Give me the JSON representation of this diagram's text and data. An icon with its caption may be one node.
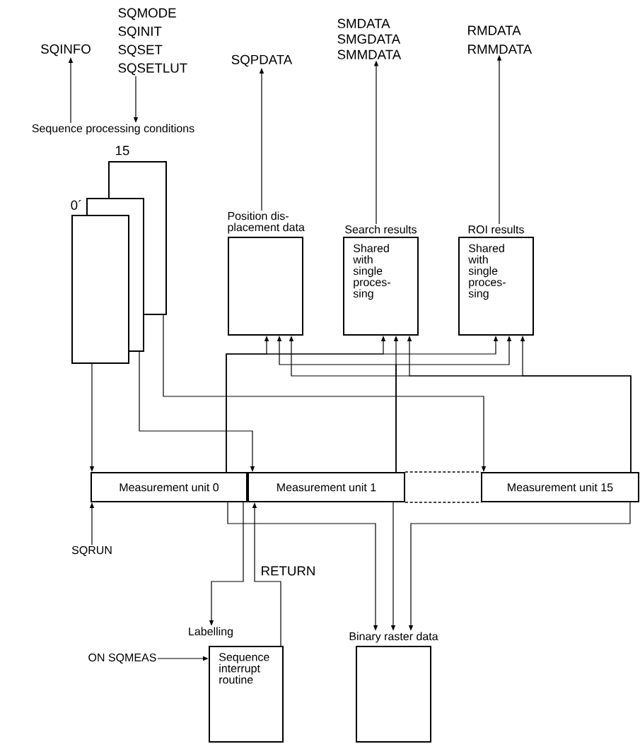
{
  "diagram": {
    "nodes": [
      {
        "text": [
          "SQINFO"
        ]
      },
      {
        "text": [
          "SQMODE",
          "SQINIT",
          "SQSET",
          "SQSETLUT"
        ]
      },
      {
        "text": [
          "Sequence processing conditions"
        ]
      },
      {
        "text": [],
        "shape": "box",
        "beside": [
          "15"
        ]
      },
      {
        "text": [],
        "shape": "box"
      },
      {
        "text": [],
        "shape": "box",
        "beside": [
          "0´"
        ]
      },
      {
        "text": [
          "Position dis- placement data"
        ]
      },
      {
        "text": [
          "SQPDATA"
        ]
      },
      {
        "text": [
          "Search results",
          "Shared with single proces- sing"
        ]
      },
      {
        "text": [
          "SMDATA",
          "SMGDATA",
          "SMMDATA"
        ]
      },
      {
        "text": [
          "ROI results",
          "Shared with single proces- sing"
        ]
      },
      {
        "text": [
          "RMDATA",
          "RMMDATA"
        ]
      },
      {
        "text": [
          "Measurement unit 0"
        ]
      },
      {
        "text": [
          "Measurement unit 1"
        ]
      },
      {
        "text": [
          "Measurement unit 15"
        ]
      },
      {
        "text": [
          "SQRUN"
        ]
      },
      {
        "text": [
          "Labelling"
        ]
      },
      {
        "text": [
          "Sequence interrupt routine"
        ]
      },
      {
        "text": [
          "ON SQMEAS"
        ]
      },
      {
        "text": [
          "Binary raster data"
        ]
      }
    ],
    "edges": [
      {
        "from": 2,
        "to": 0,
        "arrow": "to"
      },
      {
        "from": 1,
        "to": 2,
        "arrow": "to"
      },
      {
        "from": 6,
        "to": 7,
        "arrow": "to"
      },
      {
        "from": 8,
        "to": 9,
        "arrow": "to"
      },
      {
        "from": 10,
        "to": 11,
        "arrow": "to"
      },
      {
        "from": 5,
        "to": 12,
        "arrow": "to"
      },
      {
        "from": 4,
        "to": 13,
        "arrow": "to"
      },
      {
        "from": 3,
        "to": 14,
        "arrow": "to"
      },
      {
        "from": 12,
        "to": 6,
        "arrow": "to"
      },
      {
        "from": 12,
        "to": 8,
        "arrow": "to"
      },
      {
        "from": 12,
        "to": 10,
        "arrow": "to"
      },
      {
        "from": 13,
        "to": 6,
        "arrow": "to"
      },
      {
        "from": 13,
        "to": 8,
        "arrow": "to"
      },
      {
        "from": 13,
        "to": 10,
        "arrow": "to"
      },
      {
        "from": 14,
        "to": 6,
        "arrow": "to"
      },
      {
        "from": 14,
        "to": 8,
        "arrow": "to"
      },
      {
        "from": 14,
        "to": 10,
        "arrow": "to"
      },
      {
        "from": 12,
        "to": 19,
        "arrow": "to"
      },
      {
        "from": 13,
        "to": 19,
        "arrow": "to"
      },
      {
        "from": 14,
        "to": 19,
        "arrow": "to"
      },
      {
        "from": 12,
        "to": 16,
        "arrow": "to"
      },
      {
        "from": 17,
        "to": 13,
        "arrow": "to",
        "label": "RETURN"
      },
      {
        "from": 15,
        "to": 12,
        "arrow": "to"
      },
      {
        "from": 18,
        "to": 17,
        "arrow": "to"
      },
      {
        "from": 13,
        "to": 14,
        "arrow": "none",
        "style": "dashed"
      },
      {
        "from": 13,
        "to": 14,
        "arrow": "none",
        "style": "dashed"
      }
    ]
  }
}
